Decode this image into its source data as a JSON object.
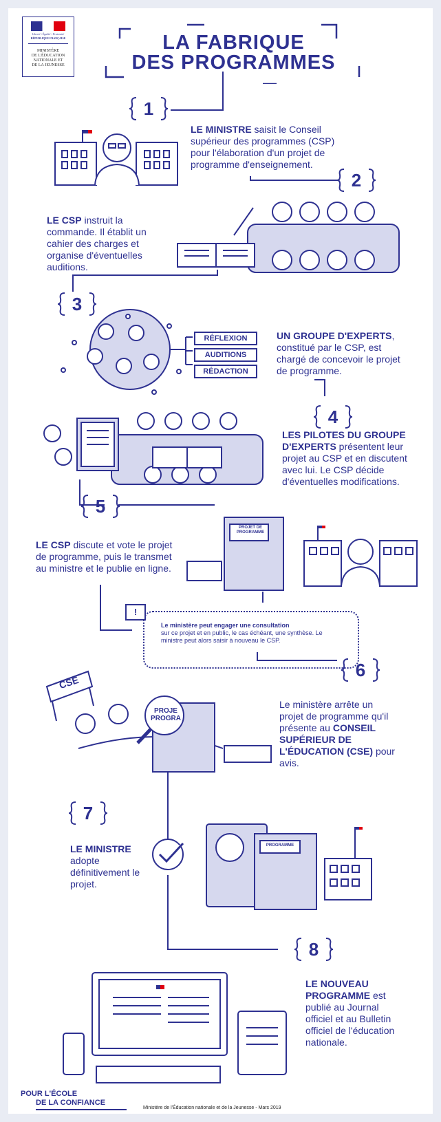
{
  "logo": {
    "motto": "Liberté • Égalité • Fraternité",
    "republic": "RÉPUBLIQUE FRANÇAISE",
    "ministry": [
      "MINISTÈRE",
      "DE L'ÉDUCATION",
      "NATIONALE ET",
      "DE LA JEUNESSE"
    ]
  },
  "title": [
    "LA FABRIQUE",
    "DES PROGRAMMES"
  ],
  "steps": [
    {
      "num": "1",
      "bold": "LE MINISTRE",
      "text": " saisit le Conseil supérieur des programmes (CSP) pour l'élaboration d'un projet de programme d'enseignement."
    },
    {
      "num": "2",
      "bold": "LE CSP",
      "text": " instruit la commande. Il établit un cahier des charges et organise d'éventuelles auditions."
    },
    {
      "num": "3",
      "bold": "UN GROUPE D'EXPERTS",
      "text": ", constitué par le CSP, est chargé de concevoir le projet de programme."
    },
    {
      "num": "4",
      "bold": "LES PILOTES DU GROUPE D'EXPERTS",
      "text": " présentent leur projet au CSP et en discutent avec lui. Le CSP décide d'éventuelles modifications."
    },
    {
      "num": "5",
      "bold": "LE CSP",
      "text": " discute et vote le projet de programme, puis le transmet au ministre et le publie en ligne."
    },
    {
      "num": "6",
      "pre": "Le ministère arrête un projet de programme qu'il présente au ",
      "bold": "CONSEIL SUPÉRIEUR DE L'ÉDUCATION (CSE)",
      "text": " pour avis."
    },
    {
      "num": "7",
      "bold": "LE MINISTRE",
      "text": " adopte définitivement le projet."
    },
    {
      "num": "8",
      "bold": "LE NOUVEAU PROGRAMME",
      "text": " est publié au Journal officiel et au Bulletin officiel de l'éducation nationale."
    }
  ],
  "expert_boxes": [
    "RÉFLEXION",
    "AUDITIONS",
    "RÉDACTION"
  ],
  "note": {
    "icon": "!",
    "bold": "Le ministère peut engager une consultation",
    "text": "sur ce projet et en public, le cas échéant, une synthèse. Le ministre peut alors saisir à nouveau le CSP."
  },
  "book_labels": {
    "projet": "PROJET DE PROGRAMME",
    "programme": "PROGRAMME",
    "magnifier": "PROJE PROGRA",
    "cse": "CSE"
  },
  "footer": {
    "slogan": [
      "POUR L'ÉCOLE",
      "DE LA CONFIANCE"
    ],
    "credit": "Ministère de l'Éducation nationale et de la Jeunesse - Mars 2019"
  },
  "colors": {
    "primary": "#2e3191",
    "red": "#e1000f",
    "background": "#e9ecf4"
  }
}
